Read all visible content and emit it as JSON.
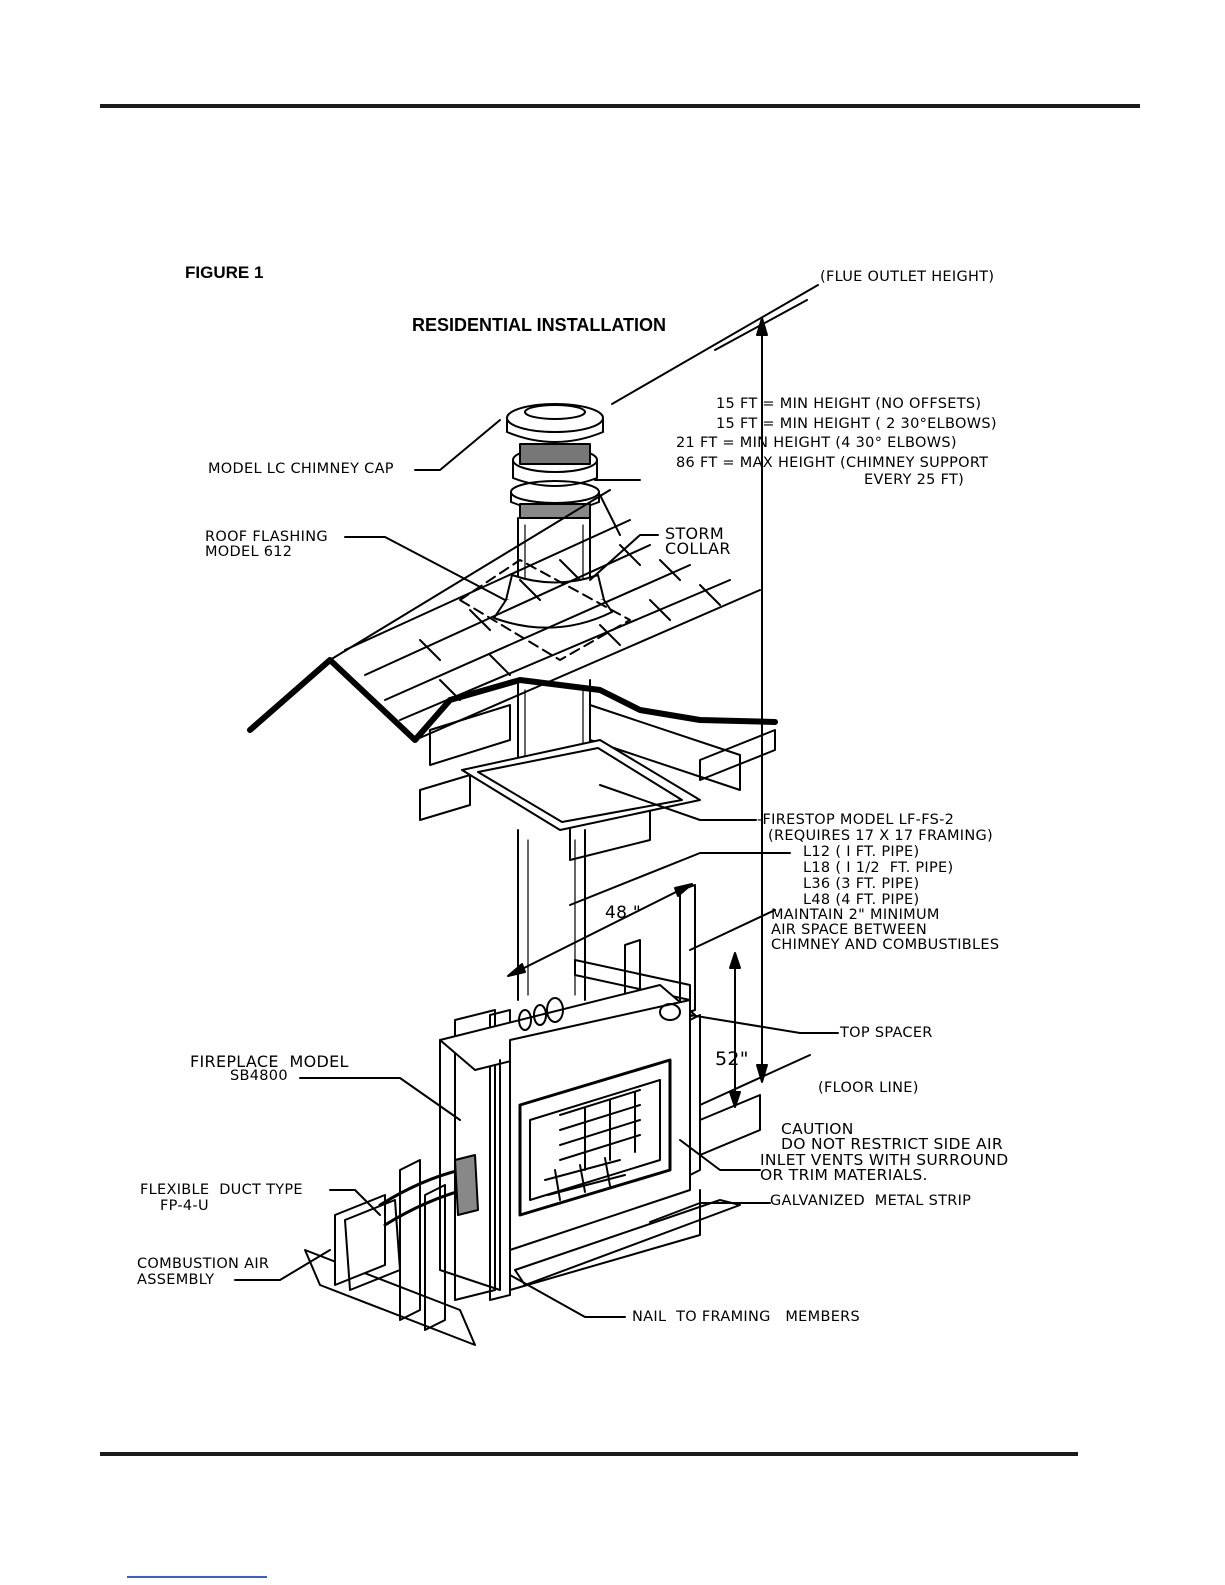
{
  "figure": {
    "label": "FIGURE 1",
    "title": "RESIDENTIAL INSTALLATION"
  },
  "labels": {
    "flue_outlet": "(FLUE OUTLET HEIGHT)",
    "heights": [
      "15 FT = MIN HEIGHT (NO OFFSETS)",
      "15 FT = MIN HEIGHT ( 2 30°ELBOWS)",
      "21 FT = MIN HEIGHT (4 30° ELBOWS)",
      "86 FT = MAX HEIGHT (CHIMNEY SUPPORT",
      "EVERY 25 FT)"
    ],
    "chimney_cap": "MODEL LC CHIMNEY CAP",
    "roof_flashing": [
      "ROOF FLASHING",
      "MODEL 612"
    ],
    "storm_collar": [
      "STORM",
      "COLLAR"
    ],
    "firestop": [
      "-FIRESTOP MODEL LF-FS-2",
      "(REQUIRES 17 X 17 FRAMING)",
      "L12 ( I FT. PIPE)",
      "L18 ( I 1/2  FT. PIPE)",
      "L36 (3 FT. PIPE)",
      "L48 (4 FT. PIPE)",
      "MAINTAIN 2\" MINIMUM",
      "AIR SPACE BETWEEN",
      "CHIMNEY AND COMBUSTIBLES"
    ],
    "dim_48": "48 \"",
    "dim_52": "52\"",
    "top_spacer": "TOP SPACER",
    "floor_line": "(FLOOR LINE)",
    "fireplace_model": [
      "FIREPLACE  MODEL",
      "SB4800"
    ],
    "caution": [
      "CAUTION",
      "DO NOT RESTRICT SIDE AIR",
      "INLET VENTS WITH SURROUND",
      "OR TRIM MATERIALS."
    ],
    "flexible_duct": [
      "FLEXIBLE  DUCT TYPE",
      "FP-4-U"
    ],
    "galvanized_strip": "GALVANIZED  METAL STRIP",
    "combustion_air": [
      "COMBUSTION AIR",
      "ASSEMBLY"
    ],
    "nail_framing": "NAIL  TO FRAMING   MEMBERS"
  },
  "colors": {
    "ink": "#000000",
    "rule": "#1a1a1a",
    "link": "#3b5bdb"
  }
}
